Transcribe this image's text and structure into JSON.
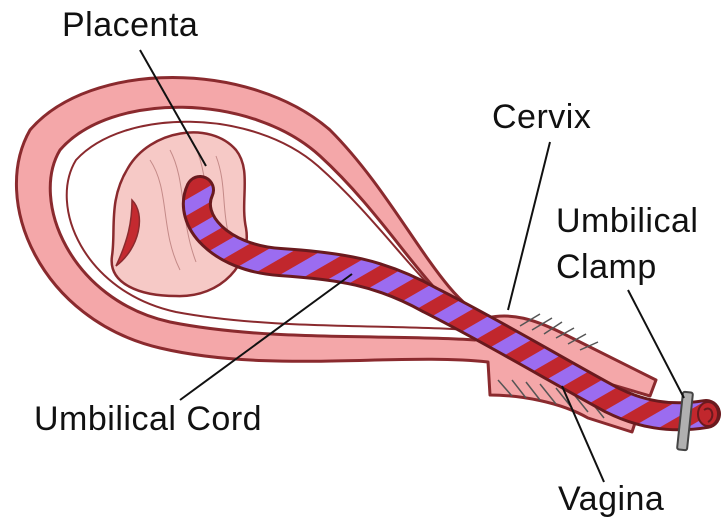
{
  "labels": {
    "placenta": "Placenta",
    "cervix": "Cervix",
    "clamp_line1": "Umbilical",
    "clamp_line2": "Clamp",
    "umbilical_cord": "Umbilical Cord",
    "vagina": "Vagina"
  },
  "colors": {
    "uterine_wall": "#f4a7a9",
    "uterine_outline": "#8a2a2e",
    "placenta": "#f6c9c6",
    "placenta_inner": "#c42a30",
    "cord_red": "#c1272d",
    "cord_purple": "#9b6cf0",
    "clamp": "#b0b0b0"
  }
}
